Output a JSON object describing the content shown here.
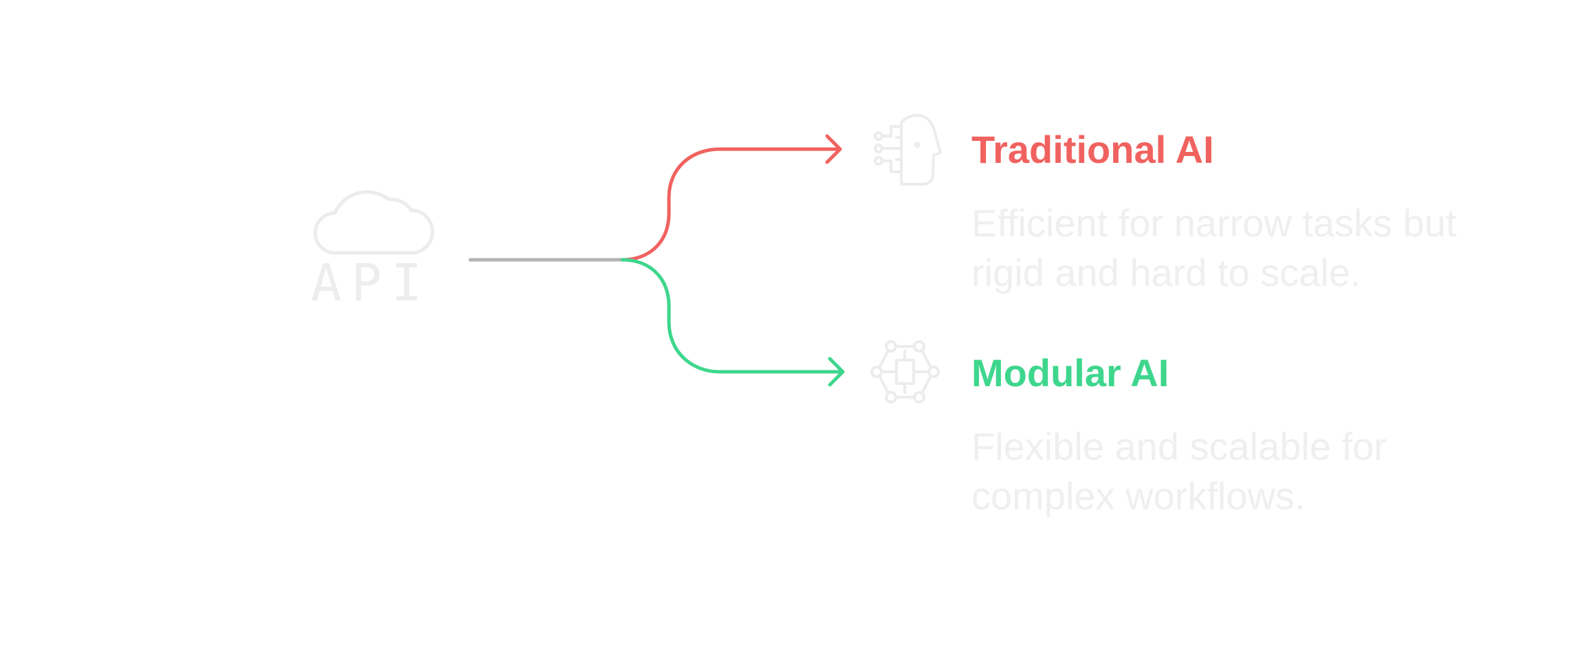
{
  "source": {
    "label": "API",
    "icon": "cloud-icon"
  },
  "branches": [
    {
      "title": "Traditional AI",
      "description": "Efficient for narrow tasks but rigid and hard to scale.",
      "icon": "ai-head-circuit-icon",
      "color": "#f0625f"
    },
    {
      "title": "Modular AI",
      "description": "Flexible and scalable for complex workflows.",
      "icon": "modular-network-icon",
      "color": "#3ed68d"
    }
  ],
  "colors": {
    "stem": "#b3b3b3",
    "icon_faded": "#ececec",
    "description_faded": "#efefef"
  }
}
